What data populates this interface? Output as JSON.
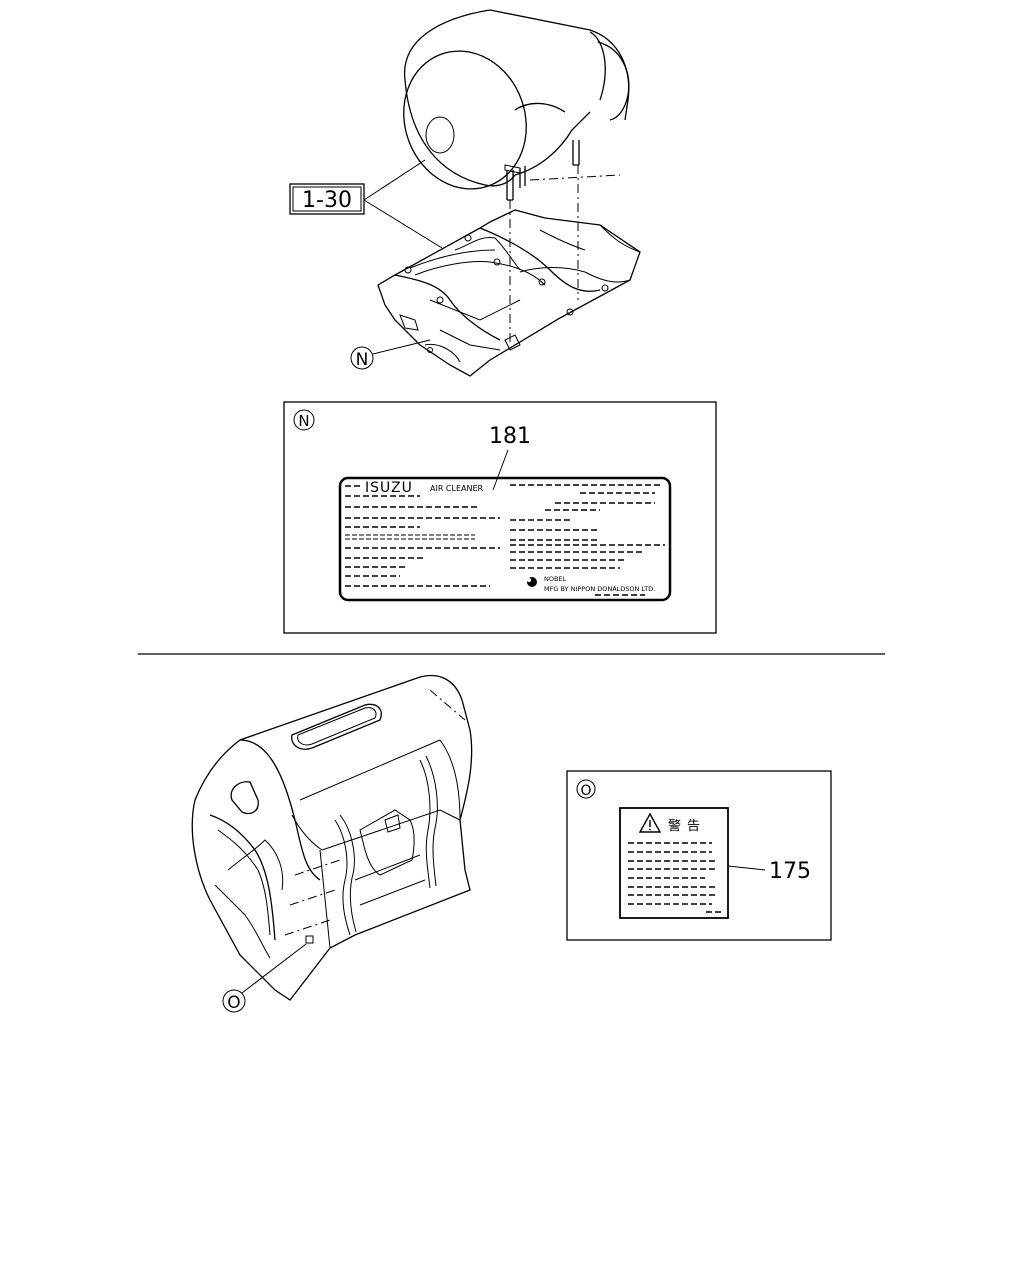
{
  "callouts": {
    "ref_1_30": "1-30",
    "marker_n": "N",
    "marker_o": "O",
    "part_181": "181",
    "part_175": "175"
  },
  "label_air_cleaner": {
    "brand": "ISUZU",
    "product": "AIR CLEANER",
    "footer_line1": "NOBEL",
    "footer_line2": "MFG BY NIPPON DONALDSON LTD."
  },
  "label_warning": {
    "title": "警告"
  },
  "icons": [
    "warning-triangle-icon",
    "circled-letter-icon",
    "manufacturer-logo-icon"
  ]
}
